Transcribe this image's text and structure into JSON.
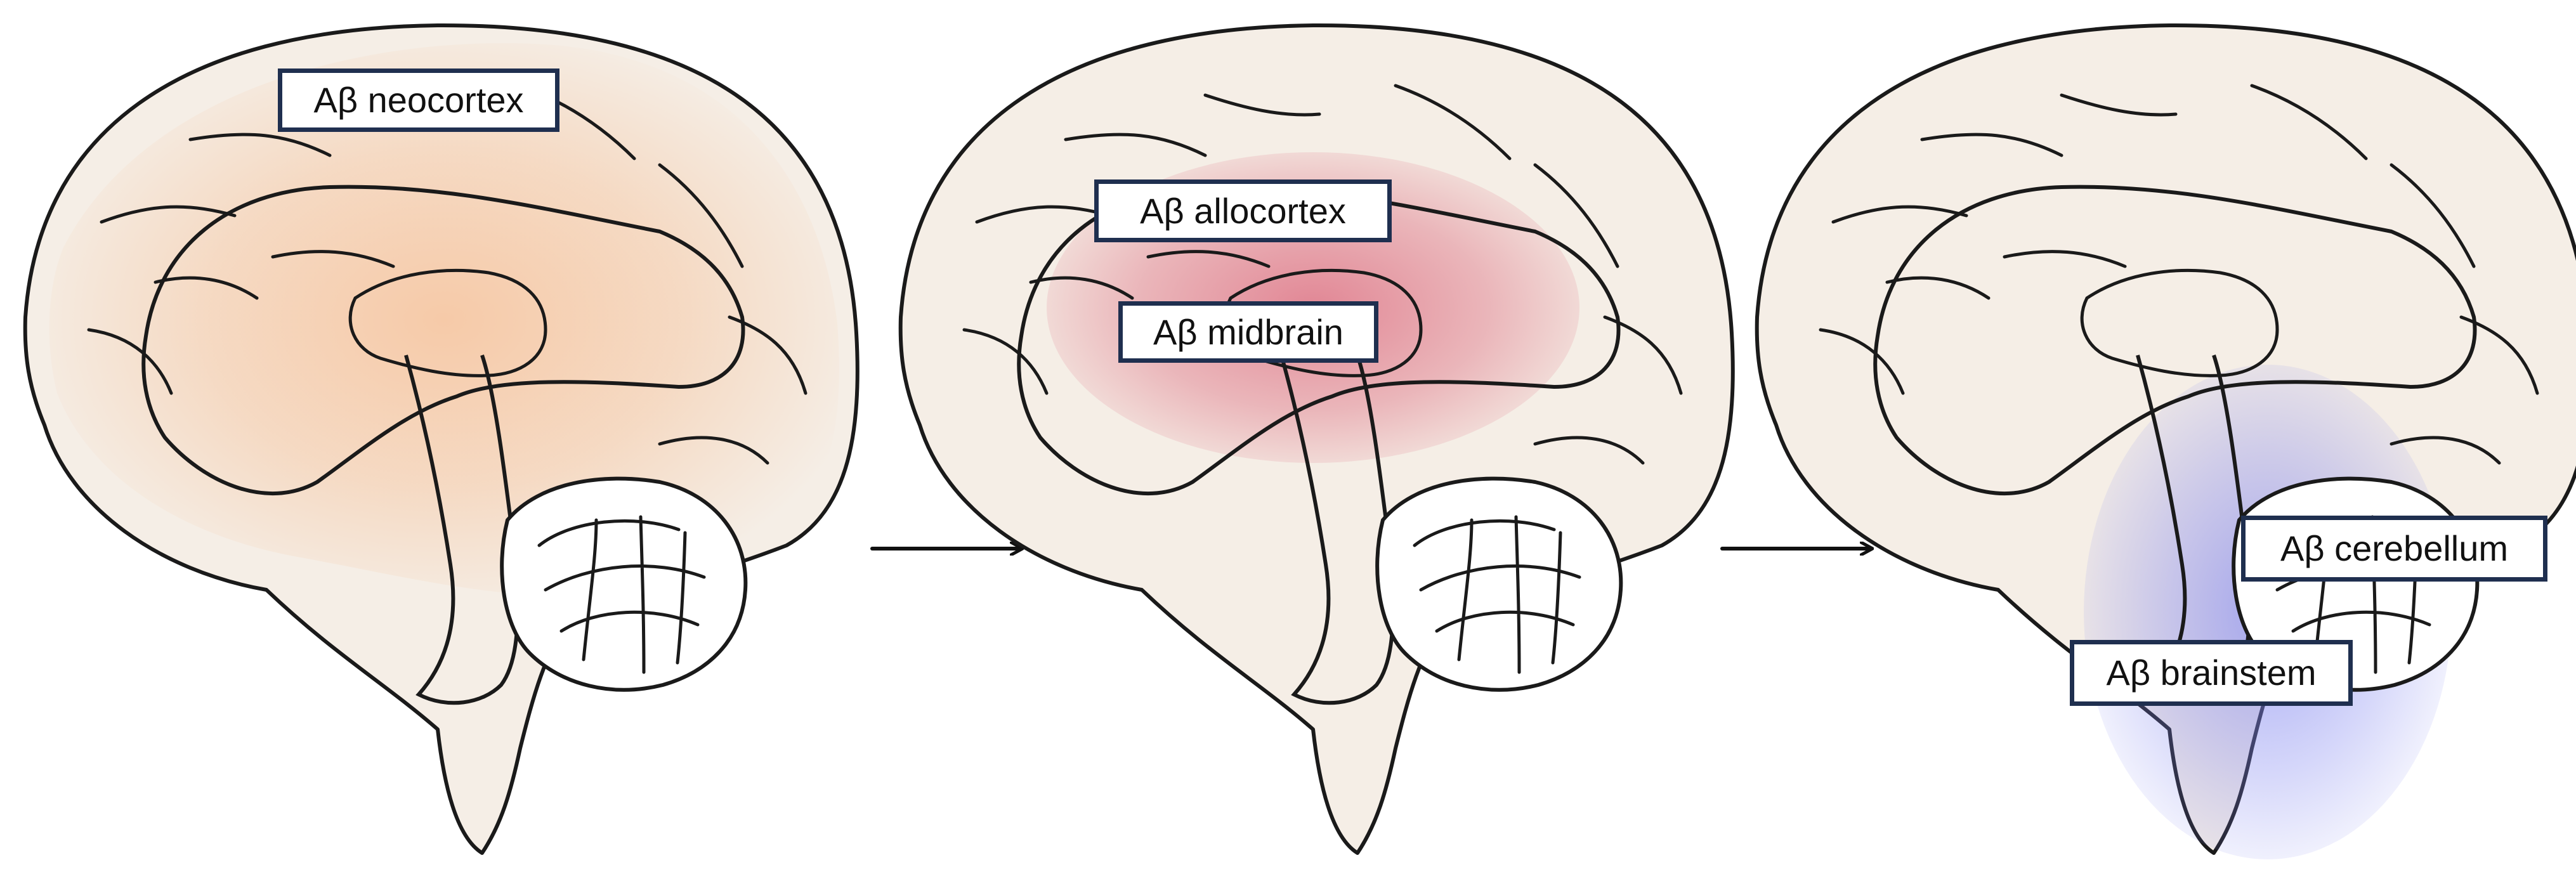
{
  "labels": {
    "neocortex": "Aβ neocortex",
    "allocortex": "Aβ allocortex",
    "midbrain": "Aβ midbrain",
    "cerebellum": "Aβ cerebellum",
    "brainstem": "Aβ brainstem"
  },
  "colors": {
    "label_border": "#1f2f4f",
    "brain_fill": "#f5eee6",
    "line": "#1a1a1a",
    "neocortex_glow": "#f6b27f",
    "allocortex_glow": "#d95a72",
    "brainstem_glow": "#7f84ef"
  }
}
